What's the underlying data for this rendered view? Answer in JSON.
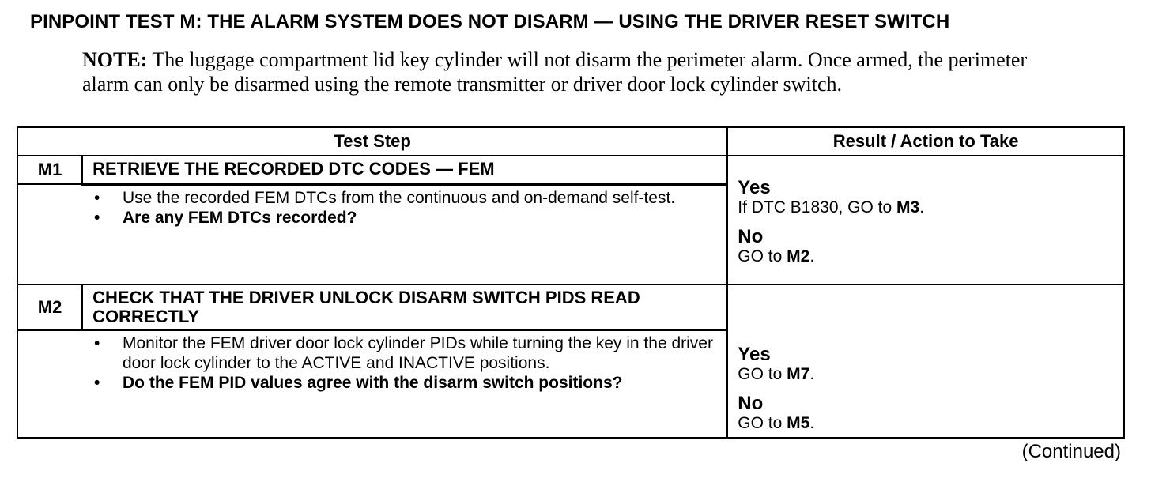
{
  "title": "PINPOINT TEST  M: THE ALARM SYSTEM DOES NOT DISARM — USING THE DRIVER RESET SWITCH",
  "note": {
    "label": "NOTE:",
    "text": " The luggage compartment lid key cylinder will not disarm the perimeter alarm. Once armed, the perimeter alarm can only be disarmed using the remote transmitter or driver door lock cylinder switch."
  },
  "table": {
    "headers": {
      "test_step": "Test Step",
      "result": "Result / Action to Take"
    },
    "steps": [
      {
        "id": "M1",
        "title": "RETRIEVE THE RECORDED DTC CODES — FEM",
        "bullets": [
          "Use the recorded FEM DTCs from the continuous and on-demand self-test.",
          "Are any FEM DTCs recorded?"
        ],
        "yes_label": "Yes",
        "yes_prefix": "If DTC B1830, GO to ",
        "yes_target": "M3",
        "no_label": "No",
        "no_prefix": "GO to ",
        "no_target": "M2"
      },
      {
        "id": "M2",
        "title": "CHECK THAT THE DRIVER UNLOCK DISARM SWITCH PIDS READ CORRECTLY",
        "bullets": [
          "Monitor the FEM driver door lock cylinder PIDs while turning the key in the driver door lock cylinder to the ACTIVE and INACTIVE positions.",
          "Do the FEM PID values agree with the disarm switch positions?"
        ],
        "yes_label": "Yes",
        "yes_prefix": "GO to ",
        "yes_target": "M7",
        "no_label": "No",
        "no_prefix": "GO to ",
        "no_target": "M5"
      }
    ]
  },
  "footer": {
    "continued": "(Continued)"
  }
}
